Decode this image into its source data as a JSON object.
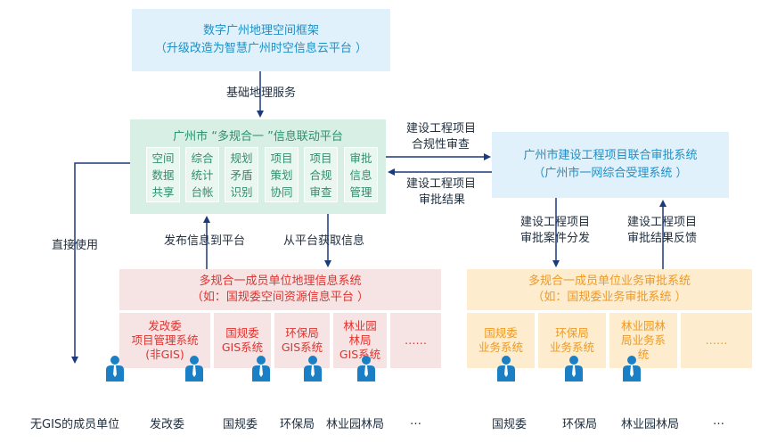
{
  "top_box": {
    "line1": "数字广州地理空间框架",
    "line2": "（升级改造为智慧广州时空信息云平台 ）"
  },
  "label_basic_service": "基础地理服务",
  "green_platform": {
    "title": "广州市 “多规合一 ”信息联动平台",
    "cells": [
      "空间数据共享",
      "综合统计台帐",
      "规划矛盾识别",
      "项目策划协同",
      "项目合规审查",
      "审批信息管理"
    ]
  },
  "label_compliance": {
    "line1": "建设工程项目",
    "line2": "合规性审查"
  },
  "label_result": {
    "line1": "建设工程项目",
    "line2": "审批结果"
  },
  "right_box": {
    "line1": "广州市建设工程项目联合审批系统",
    "line2": "（广州市一网综合受理系统 ）"
  },
  "label_direct_use": "直接使用",
  "label_publish": "发布信息到平台",
  "label_fetch": "从平台获取信息",
  "label_dispatch": {
    "line1": "建设工程项目",
    "line2": "审批案件分发"
  },
  "label_feedback": {
    "line1": "建设工程项目",
    "line2": "审批结果反馈"
  },
  "pink_box": {
    "line1": "多规合一成员单位地理信息系统",
    "line2": "（如：国规委空间资源信息平台 ）",
    "subs": [
      {
        "lines": [
          "发改委",
          "项目管理系统",
          "(非GIS)"
        ]
      },
      {
        "lines": [
          "国规委",
          "GIS系统"
        ]
      },
      {
        "lines": [
          "环保局",
          "GIS系统"
        ]
      },
      {
        "lines": [
          "林业园",
          "林局",
          "GIS系统"
        ]
      },
      {
        "lines": [
          "……"
        ]
      }
    ]
  },
  "orange_box": {
    "line1": "多规合一成员单位业务审批系统",
    "line2": "（如：国规委业务审批系统 ）",
    "subs": [
      {
        "lines": [
          "国规委",
          "业务系统"
        ]
      },
      {
        "lines": [
          "环保局",
          "业务系统"
        ]
      },
      {
        "lines": [
          "林业园林",
          "局业务系",
          "统"
        ]
      },
      {
        "lines": [
          "……"
        ]
      }
    ]
  },
  "bottom_labels": [
    "无GIS的成员单位",
    "发改委",
    "国规委",
    "环保局",
    "林业园林局",
    "…",
    "国规委",
    "环保局",
    "林业园林局",
    "…"
  ],
  "colors": {
    "blue": "#1d8fc6",
    "green": "#2f8f6c",
    "red": "#e0332f",
    "orange": "#ee9a26",
    "arrow": "#1a3a7c"
  }
}
